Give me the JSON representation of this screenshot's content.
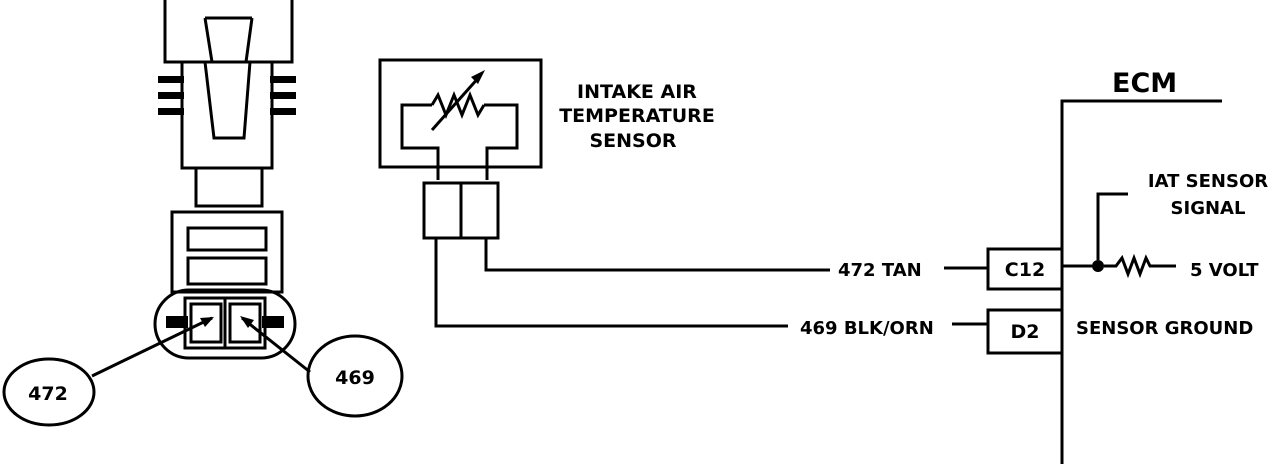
{
  "sensor": {
    "title_line1": "INTAKE AIR",
    "title_line2": "TEMPERATURE",
    "title_line3": "SENSOR"
  },
  "ecm": {
    "title": "ECM",
    "pin_c12": "C12",
    "pin_d2": "D2",
    "signal_line1": "IAT SENSOR",
    "signal_line2": "SIGNAL",
    "supply": "5 VOLT",
    "ground": "SENSOR GROUND"
  },
  "wires": {
    "signal": "472 TAN",
    "ground": "469 BLK/ORN"
  },
  "connector": {
    "callout_left": "472",
    "callout_right": "469"
  }
}
